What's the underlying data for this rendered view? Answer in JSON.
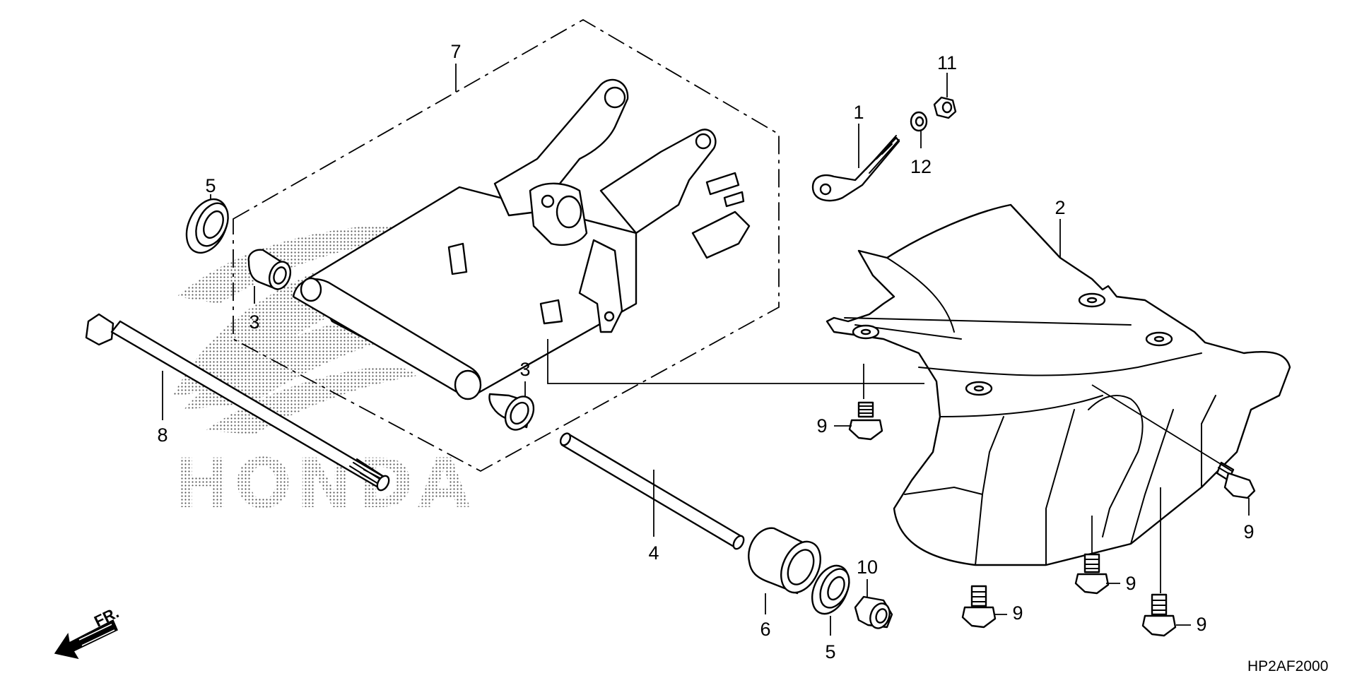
{
  "diagram": {
    "callouts": {
      "c1": "1",
      "c2": "2",
      "c3a": "3",
      "c3b": "3",
      "c4": "4",
      "c5a": "5",
      "c5b": "5",
      "c6": "6",
      "c7": "7",
      "c8": "8",
      "c9a": "9",
      "c9b": "9",
      "c9c": "9",
      "c9d": "9",
      "c9e": "9",
      "c10": "10",
      "c11": "11",
      "c12": "12"
    },
    "watermark": "HONDA",
    "front_indicator": "FR.",
    "diagram_code": "HP2AF2000"
  }
}
